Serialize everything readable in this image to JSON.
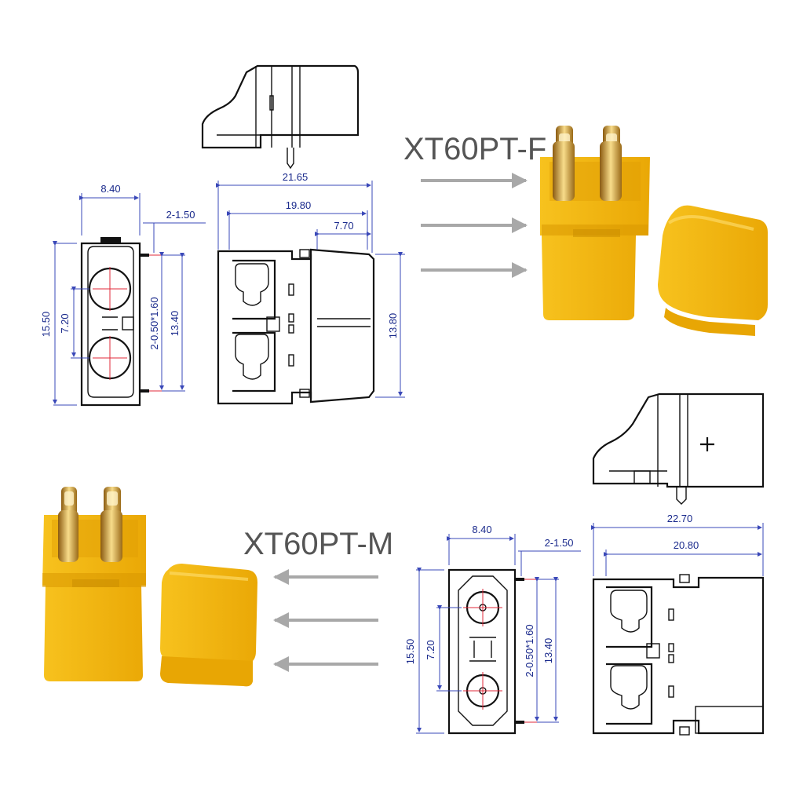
{
  "labels": {
    "female_title": "XT60PT-F",
    "male_title": "XT60PT-M"
  },
  "female_dims": {
    "width_top": "8.40",
    "pin_note": "2-1.50",
    "height_left": "15.50",
    "pitch": "7.20",
    "pin_size": "2-0.50*1.60",
    "pin_span": "13.40",
    "len_total": "21.65",
    "len_body": "19.80",
    "len_cap": "7.70",
    "height_right": "13.80"
  },
  "male_dims": {
    "width_top": "8.40",
    "pin_note": "2-1.50",
    "height_left": "15.50",
    "pitch": "7.20",
    "pin_size": "2-0.50*1.60",
    "pin_span": "13.40",
    "len_total": "22.70",
    "len_body": "20.80"
  },
  "colors": {
    "connector_yellow": "#f5b60c",
    "dimension_blue": "#1a2a8c",
    "arrow_gray": "#a8a8a8",
    "pin_gold": "#d9a441"
  }
}
